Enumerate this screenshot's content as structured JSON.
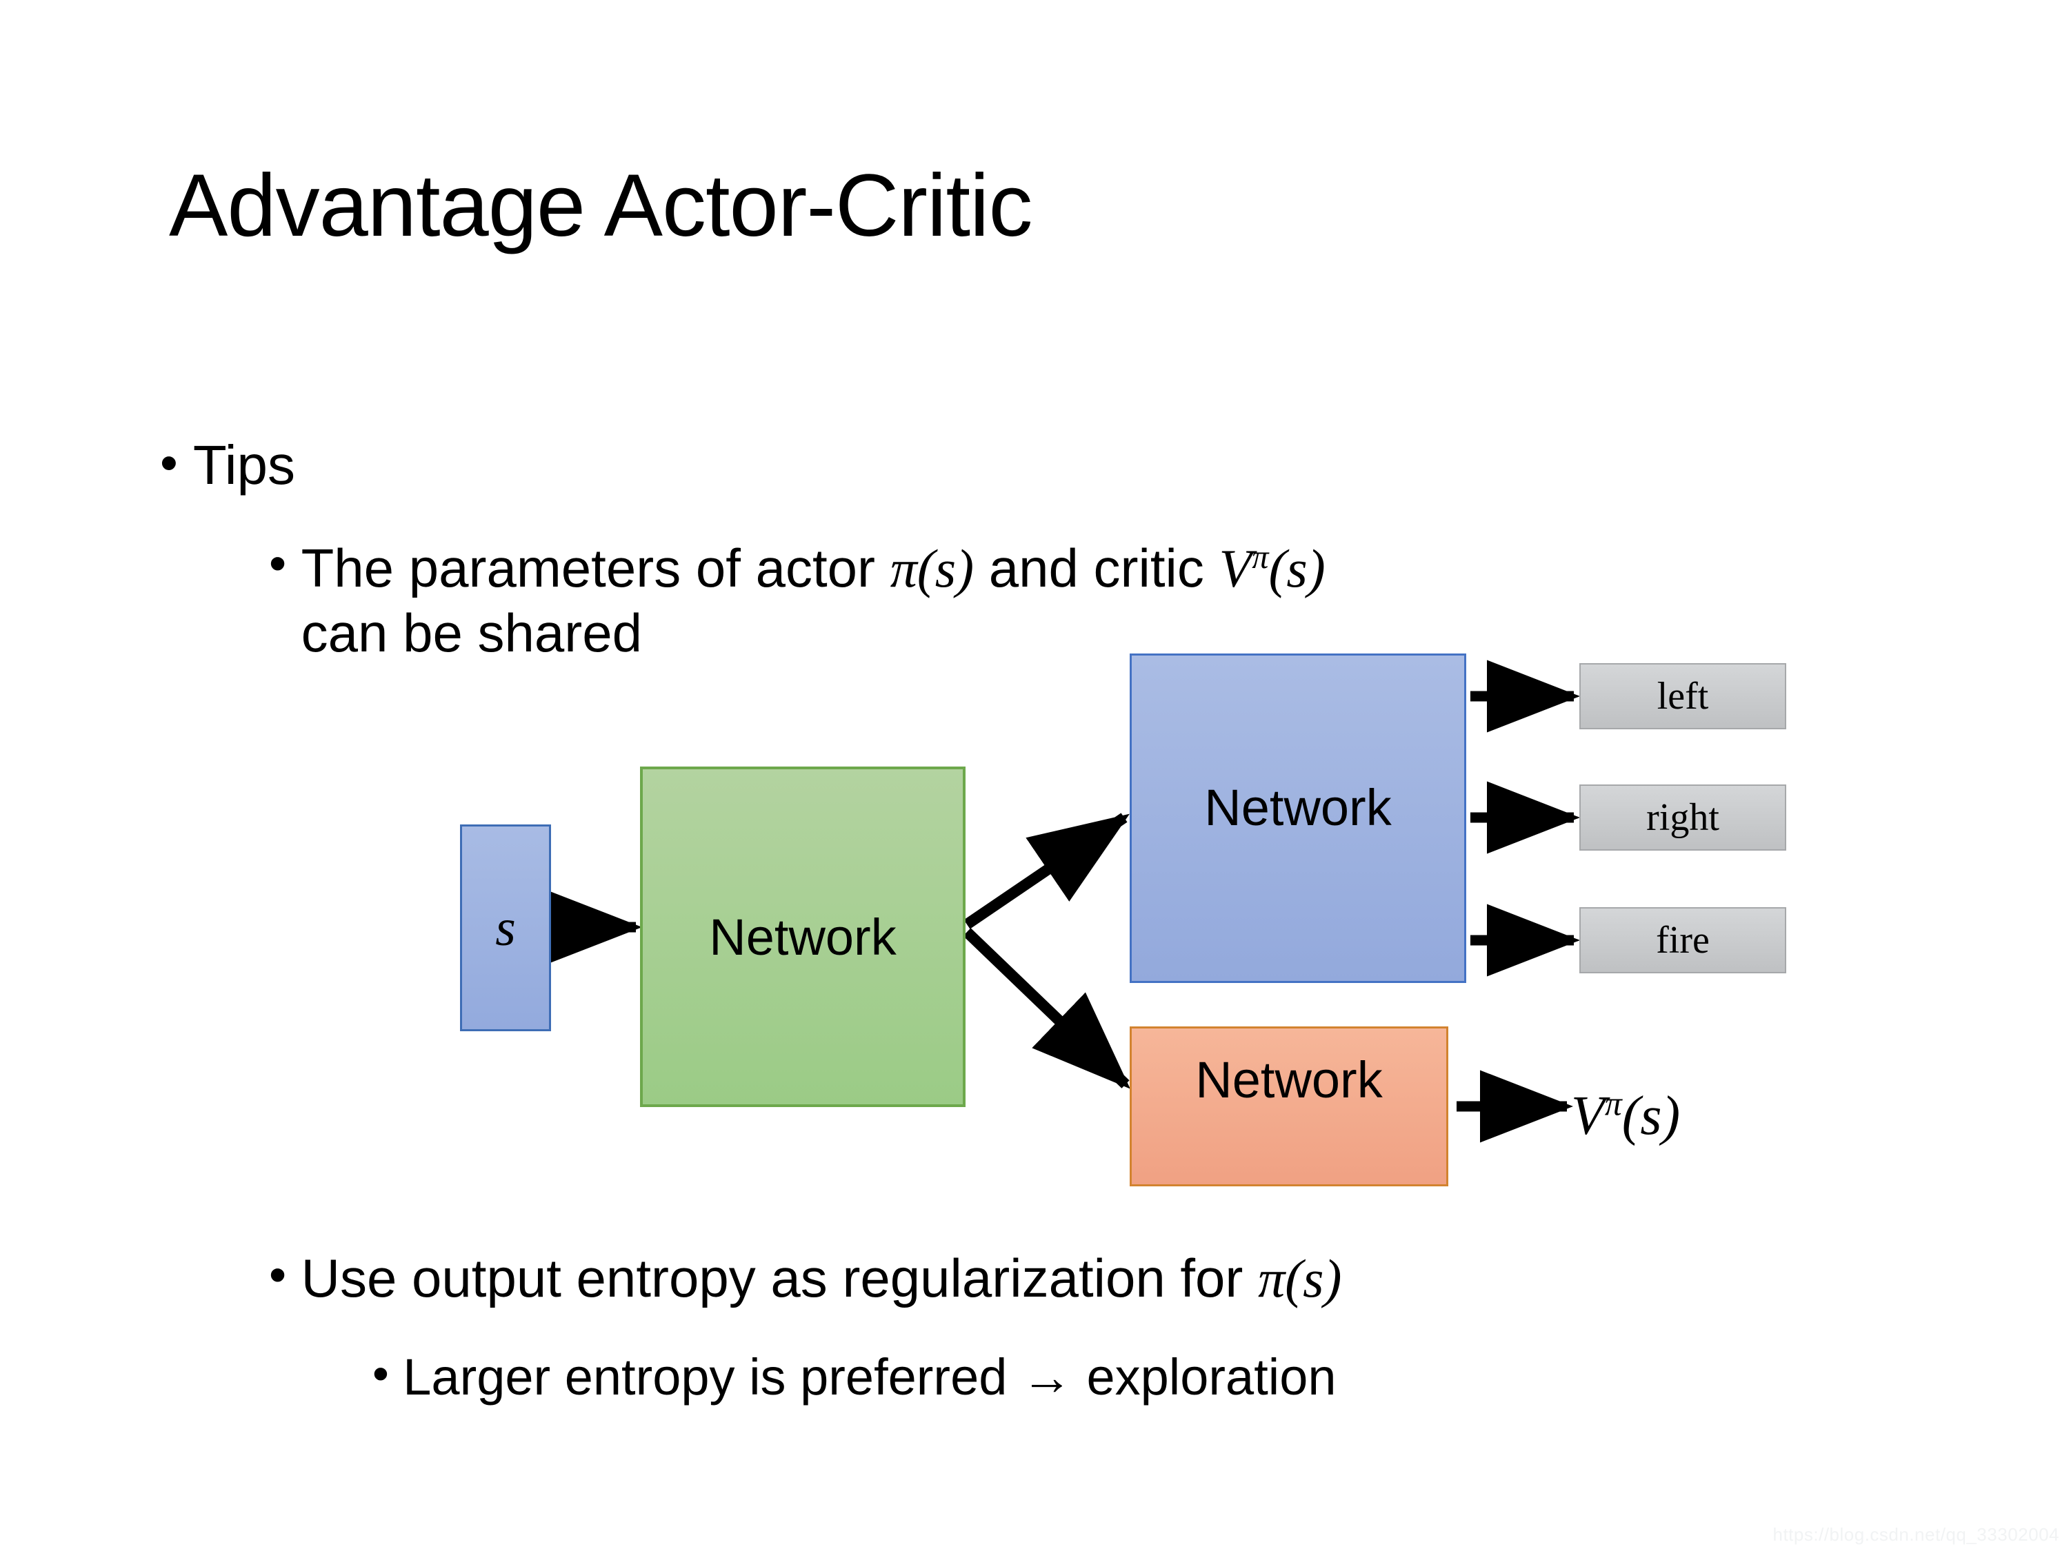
{
  "slide": {
    "title": "Advantage Actor-Critic",
    "background_color": "#FFFFFF"
  },
  "bullets": {
    "tips": {
      "marker": "•",
      "text": "Tips"
    },
    "params": {
      "marker": "•",
      "text_before": "The parameters of actor ",
      "math_actor": "π(s)",
      "text_middle": "  and critic ",
      "math_critic_base": "V",
      "math_critic_sup": "π",
      "math_critic_arg": "(s)",
      "text_after": "can be shared"
    },
    "entropy": {
      "marker": "•",
      "text": "Use output entropy as regularization for ",
      "math": "π(s)"
    },
    "larger": {
      "marker": "•",
      "text": "Larger entropy is preferred → exploration"
    }
  },
  "diagram": {
    "state_node": {
      "label": "s",
      "fill": "#9BB0DF",
      "border": "#3E6DB5"
    },
    "shared_network": {
      "label": "Network",
      "fill": "#A9D08E",
      "border": "#6DA84C"
    },
    "actor_network": {
      "label": "Network",
      "fill": "#9DB2E0",
      "border": "#4472C4"
    },
    "critic_network": {
      "label": "Network",
      "fill": "#F4AC8E",
      "border": "#D2832F"
    },
    "action_outputs": [
      {
        "label": "left"
      },
      {
        "label": "right"
      },
      {
        "label": "fire"
      }
    ],
    "value_output": {
      "base": "V",
      "sup": "π",
      "arg": "(s)"
    },
    "arrows": [
      {
        "name": "state-to-shared",
        "from": "state_node",
        "to": "shared_network"
      },
      {
        "name": "shared-to-actor",
        "from": "shared_network",
        "to": "actor_network"
      },
      {
        "name": "shared-to-critic",
        "from": "shared_network",
        "to": "critic_network"
      },
      {
        "name": "actor-to-left",
        "from": "actor_network",
        "to": "left"
      },
      {
        "name": "actor-to-right",
        "from": "actor_network",
        "to": "right"
      },
      {
        "name": "actor-to-fire",
        "from": "actor_network",
        "to": "fire"
      },
      {
        "name": "critic-to-value",
        "from": "critic_network",
        "to": "value_output"
      }
    ]
  },
  "watermark": {
    "text": "https://blog.csdn.net/qq_33302004"
  }
}
